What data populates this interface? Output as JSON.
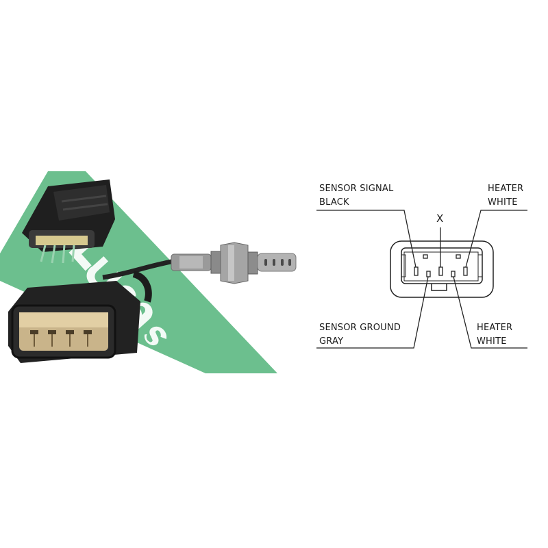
{
  "brand": {
    "watermark_text": "Lucas",
    "accent": "#6cbf8e"
  },
  "pinout": {
    "center_mark": "X",
    "labels": [
      {
        "id": "sensor-signal",
        "line1": "SENSOR SIGNAL",
        "line2": "BLACK"
      },
      {
        "id": "heater-top",
        "line1": "HEATER",
        "line2": "WHITE"
      },
      {
        "id": "sensor-ground",
        "line1": "SENSOR GROUND",
        "line2": "GRAY"
      },
      {
        "id": "heater-bottom",
        "line1": "HEATER",
        "line2": "WHITE"
      }
    ]
  }
}
